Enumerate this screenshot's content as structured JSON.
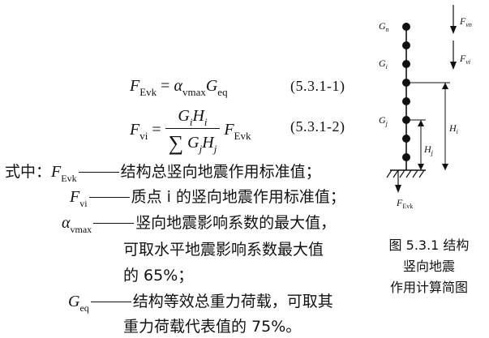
{
  "equations": {
    "eq1_label": "(5.3.1-1)",
    "eq2_label": "(5.3.1-2)"
  },
  "definitions": {
    "lead": "式中：",
    "f_evk": "结构总竖向地震作用标准值；",
    "f_vi": "质点 i 的竖向地震作用标准值；",
    "alpha_line1": "竖向地震影响系数的最大值，",
    "alpha_line2": "可取水平地震影响系数最大值",
    "alpha_line3": "的 65%；",
    "g_eq_line1": "结构等效总重力荷载，可取其",
    "g_eq_line2": "重力荷载代表值的 75%。"
  },
  "figure": {
    "caption_line1": "图 5.3.1  结构",
    "caption_line2": "竖向地震",
    "caption_line3": "作用计算简图",
    "label_gn": "G",
    "label_gn_sub": "n",
    "label_gi": "G",
    "label_gi_sub": "i",
    "label_gj": "G",
    "label_gj_sub": "j",
    "label_fvn": "F",
    "label_fvn_sub": "vn",
    "label_fvi": "F",
    "label_fvi_sub": "vi",
    "label_hi": "H",
    "label_hi_sub": "i",
    "label_hj": "H",
    "label_hj_sub": "j",
    "label_fevk": "F",
    "label_fevk_sub": "Evk"
  }
}
